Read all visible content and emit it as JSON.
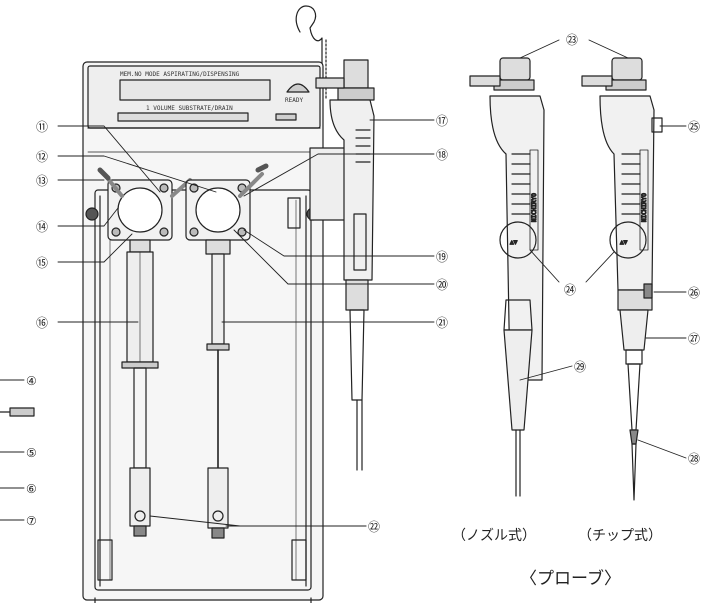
{
  "panel": {
    "top_text": "MEM.NO  MODE  ASPIRATING/DISPENSING",
    "sub_text": "1  VOLUME  SUBSTRATE/DRAIN",
    "ready_label": "READY"
  },
  "probe_brand": "NICHIRYO",
  "caption_nozzle": "（ノズル式）",
  "caption_tip": "（チップ式）",
  "caption_probe": "〈プローブ〉",
  "callouts": [
    {
      "id": "c4",
      "text": "④"
    },
    {
      "id": "c5",
      "text": "⑤"
    },
    {
      "id": "c6",
      "text": "⑥"
    },
    {
      "id": "c7",
      "text": "⑦"
    },
    {
      "id": "c11",
      "text": "⑪"
    },
    {
      "id": "c12",
      "text": "⑫"
    },
    {
      "id": "c13",
      "text": "⑬"
    },
    {
      "id": "c14",
      "text": "⑭"
    },
    {
      "id": "c15",
      "text": "⑮"
    },
    {
      "id": "c16",
      "text": "⑯"
    },
    {
      "id": "c17",
      "text": "⑰"
    },
    {
      "id": "c18",
      "text": "⑱"
    },
    {
      "id": "c19",
      "text": "⑲"
    },
    {
      "id": "c20",
      "text": "⑳"
    },
    {
      "id": "c21",
      "text": "㉑"
    },
    {
      "id": "c22",
      "text": "㉒"
    },
    {
      "id": "c23",
      "text": "㉓"
    },
    {
      "id": "c24",
      "text": "㉔"
    },
    {
      "id": "c25",
      "text": "㉕"
    },
    {
      "id": "c26",
      "text": "㉖"
    },
    {
      "id": "c27",
      "text": "㉗"
    },
    {
      "id": "c28",
      "text": "㉘"
    },
    {
      "id": "c29",
      "text": "㉙"
    }
  ]
}
